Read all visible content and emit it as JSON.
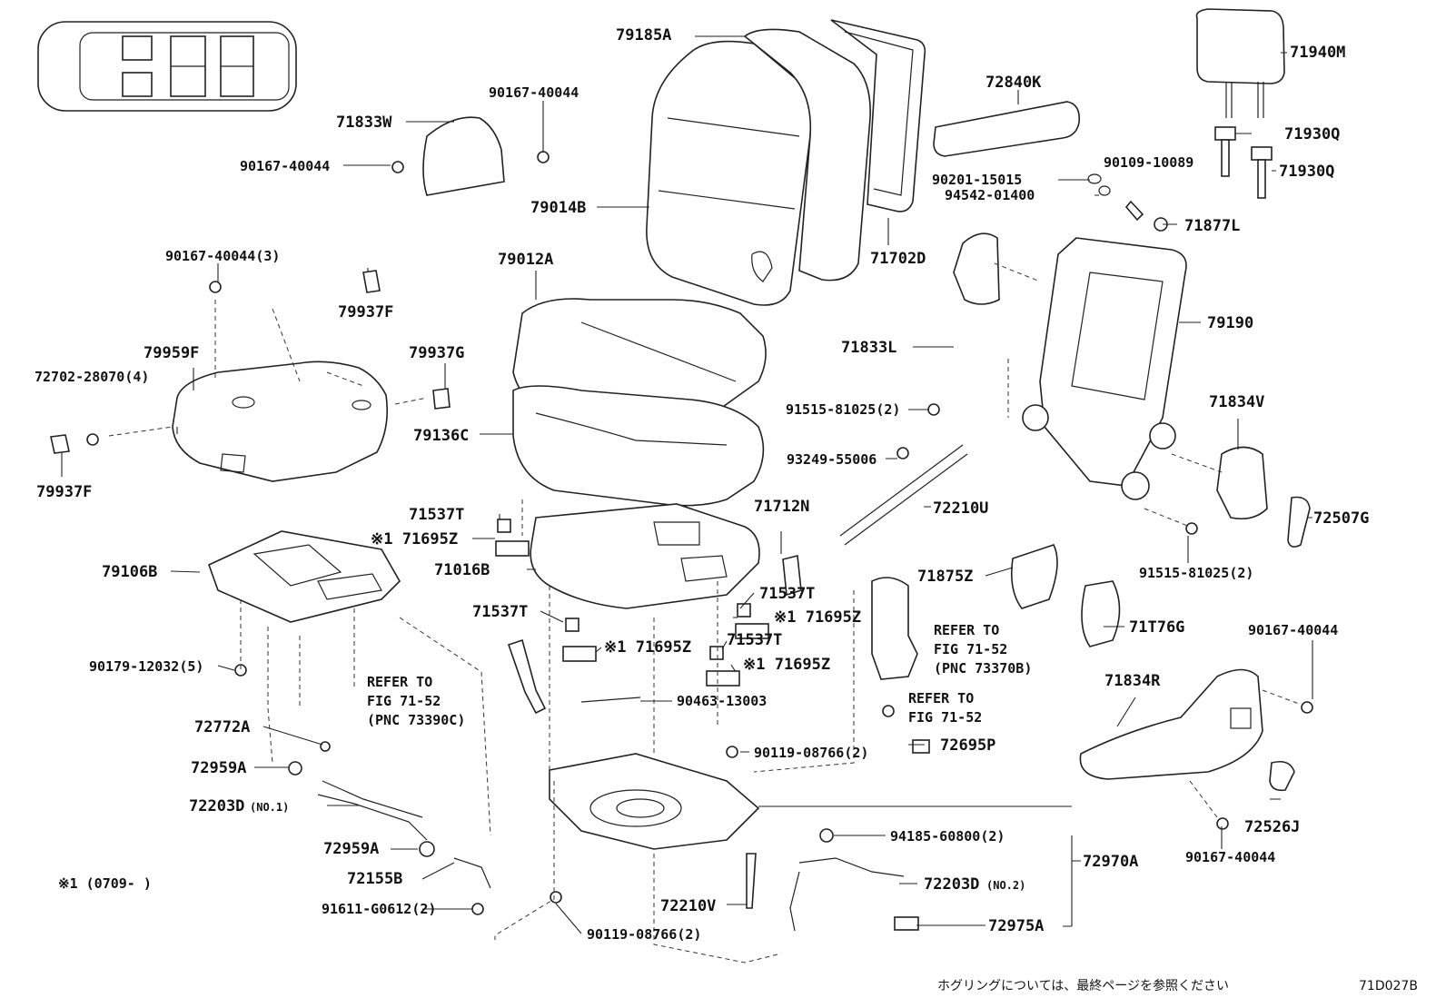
{
  "labels": {
    "p79185A": "79185A",
    "p71940M": "71940M",
    "p90167_40044_top": "90167-40044",
    "p71833W": "71833W",
    "p90167_40044_left": "90167-40044",
    "p72840K": "72840K",
    "p71930Q_a": "71930Q",
    "p71930Q_b": "71930Q",
    "p79014B": "79014B",
    "p90201_15015": "90201-15015",
    "p90109_10089": "90109-10089",
    "p94542_01400": "94542-01400",
    "p71877L": "71877L",
    "p71702D": "71702D",
    "p90167_40044_3": "90167-40044(3)",
    "p79012A": "79012A",
    "p79937F_a": "79937F",
    "p79190": "79190",
    "p79959F": "79959F",
    "p79937G": "79937G",
    "p71833L": "71833L",
    "p72702_28070": "72702-28070(4)",
    "p91515_81025_a": "91515-81025(2)",
    "p79136C": "79136C",
    "p71834V": "71834V",
    "p79937F_b": "79937F",
    "p93249_55006": "93249-55006",
    "p71537T_a": "71537T",
    "p71712N": "71712N",
    "p72210U": "72210U",
    "p71695Z_a": "※1 71695Z",
    "p72507G": "72507G",
    "p79106B": "79106B",
    "p71016B": "71016B",
    "p91515_81025_b": "91515-81025(2)",
    "p71875Z": "71875Z",
    "p71537T_b": "71537T",
    "p71537T_c": "71537T",
    "p71695Z_b": "※1 71695Z",
    "p71T76G": "71T76G",
    "p90167_40044_r": "90167-40044",
    "p71537T_d": "71537T",
    "p71695Z_c": "※1 71695Z",
    "p71695Z_d": "※1 71695Z",
    "p90179_12032": "90179-12032(5)",
    "p71834R": "71834R",
    "p90463_13003": "90463-13003",
    "p72772A": "72772A",
    "p72695P": "72695P",
    "p90119_08766_a": "90119-08766(2)",
    "p72959A_a": "72959A",
    "p72203D_1": "72203D",
    "p72203D_1n": "(NO.1)",
    "p72526J": "72526J",
    "p90167_40044_b": "90167-40044",
    "p94185_60800": "94185-60800(2)",
    "p72959A_b": "72959A",
    "p72970A": "72970A",
    "p72155B": "72155B",
    "p72203D_2": "72203D",
    "p72203D_2n": "(NO.2)",
    "p72210V": "72210V",
    "p91611_G0612": "91611-G0612(2)",
    "p72975A": "72975A",
    "p90119_08766_b": "90119-08766(2)"
  },
  "refer": {
    "a1": "REFER TO",
    "a2": "FIG 71-52",
    "a3": "(PNC 73390C)",
    "b1": "REFER TO",
    "b2": "FIG 71-52",
    "b3": "(PNC 73370B)",
    "c1": "REFER TO",
    "c2": "FIG 71-52"
  },
  "footnote": "※1 (0709-    )",
  "footer": {
    "japanese_note": "ホグリングについては、最終ページを参照ください",
    "figure_code": "71D027B"
  }
}
